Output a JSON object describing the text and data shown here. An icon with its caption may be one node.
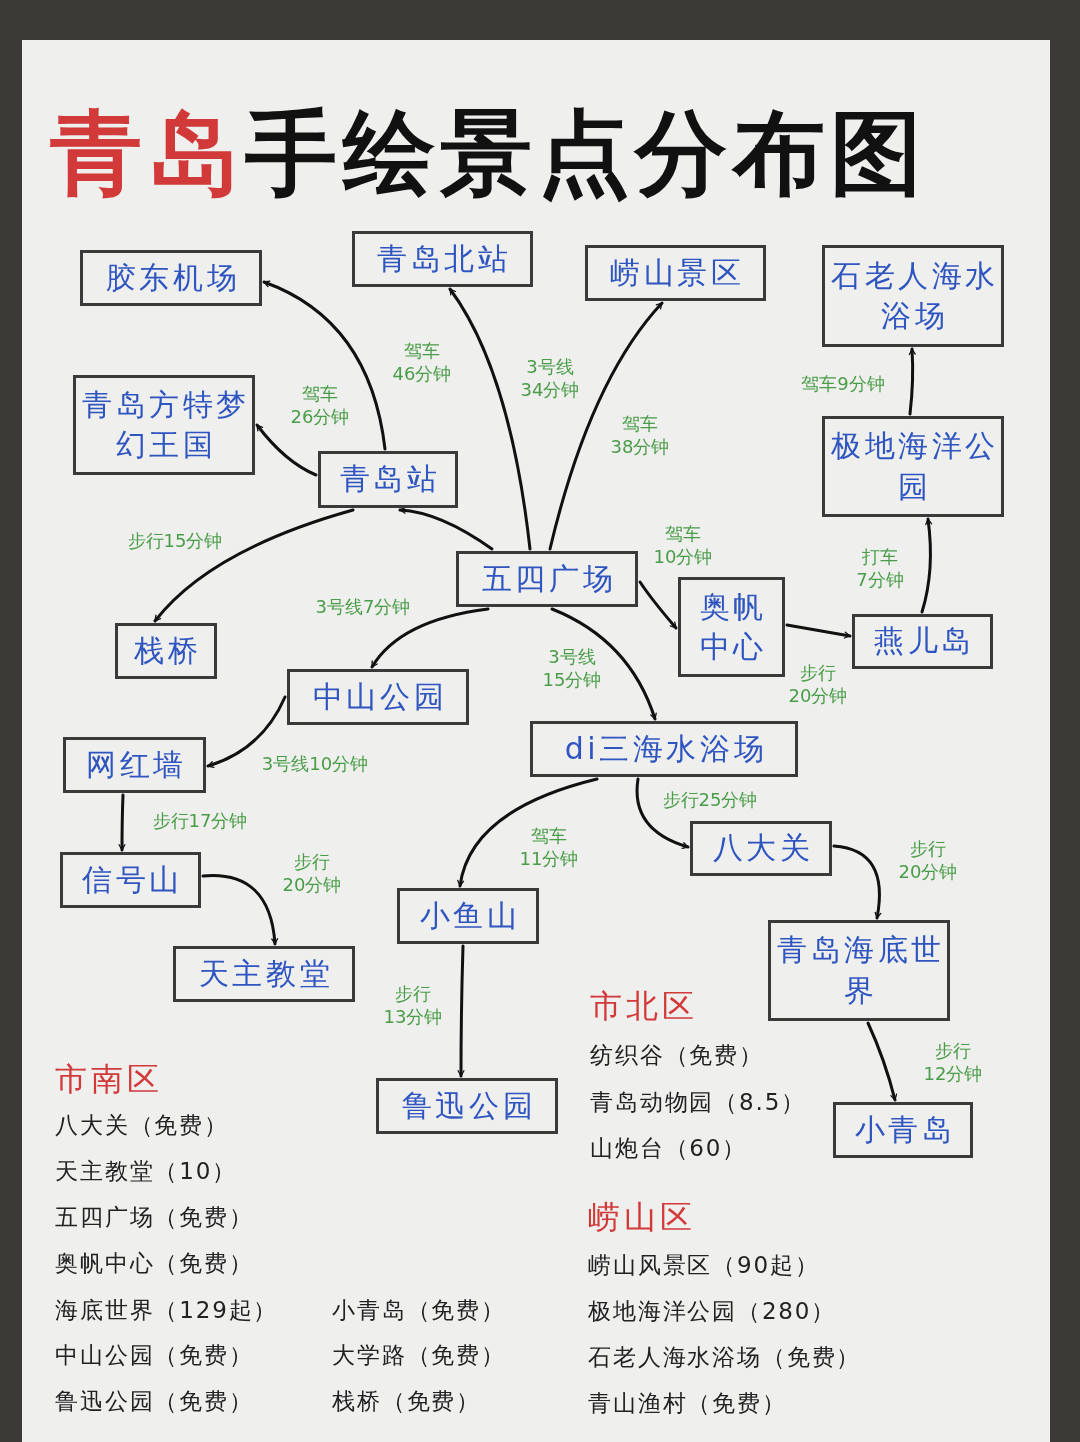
{
  "diagram": {
    "title": "青岛手绘景点分布图",
    "nodes": [
      {
        "text": [
          "胶东机场"
        ]
      },
      {
        "text": [
          "青岛北站"
        ]
      },
      {
        "text": [
          "崂山景区"
        ]
      },
      {
        "text": [
          "石老人海水浴场"
        ]
      },
      {
        "text": [
          "青岛方特梦幻王国"
        ]
      },
      {
        "text": [
          "青岛站"
        ]
      },
      {
        "text": [
          "极地海洋公园"
        ]
      },
      {
        "text": [
          "五四广场"
        ]
      },
      {
        "text": [
          "奥帆中心"
        ]
      },
      {
        "text": [
          "燕儿岛"
        ]
      },
      {
        "text": [
          "栈桥"
        ]
      },
      {
        "text": [
          "中山公园"
        ]
      },
      {
        "text": [
          "网红墙"
        ]
      },
      {
        "text": [
          "di三海水浴场"
        ]
      },
      {
        "text": [
          "信号山"
        ]
      },
      {
        "text": [
          "八大关"
        ]
      },
      {
        "text": [
          "小鱼山"
        ]
      },
      {
        "text": [
          "青岛海底世界"
        ]
      },
      {
        "text": [
          "天主教堂"
        ]
      },
      {
        "text": [
          "鲁迅公园"
        ]
      },
      {
        "text": [
          "小青岛"
        ]
      }
    ],
    "edges": [
      {
        "from": 5,
        "to": 0,
        "arrow": "to",
        "label": "驾车 46分钟"
      },
      {
        "from": 5,
        "to": 4,
        "arrow": "to",
        "label": "驾车 26分钟"
      },
      {
        "from": 7,
        "to": 1,
        "arrow": "to",
        "label": "3号线 34分钟"
      },
      {
        "from": 7,
        "to": 2,
        "arrow": "to",
        "label": "驾车 38分钟"
      },
      {
        "from": 7,
        "to": 5,
        "arrow": "to"
      },
      {
        "from": 5,
        "to": 10,
        "arrow": "to",
        "label": "步行15分钟"
      },
      {
        "from": 7,
        "to": 11,
        "arrow": "to",
        "label": "3号线7分钟"
      },
      {
        "from": 7,
        "to": 8,
        "arrow": "to",
        "label": "驾车 10分钟"
      },
      {
        "from": 7,
        "to": 13,
        "arrow": "to",
        "label": "3号线 15分钟"
      },
      {
        "from": 8,
        "to": 9,
        "arrow": "to",
        "label": "步行 20分钟"
      },
      {
        "from": 9,
        "to": 6,
        "arrow": "to",
        "label": "打车 7分钟"
      },
      {
        "from": 6,
        "to": 3,
        "arrow": "to",
        "label": "驾车9分钟"
      },
      {
        "from": 11,
        "to": 12,
        "arrow": "to",
        "label": "3号线10分钟"
      },
      {
        "from": 12,
        "to": 14,
        "arrow": "to",
        "label": "步行17分钟"
      },
      {
        "from": 14,
        "to": 18,
        "arrow": "to",
        "label": "步行 20分钟"
      },
      {
        "from": 13,
        "to": 16,
        "arrow": "to",
        "label": "驾车 11分钟"
      },
      {
        "from": 13,
        "to": 15,
        "arrow": "to",
        "label": "步行25分钟"
      },
      {
        "from": 15,
        "to": 17,
        "arrow": "to",
        "label": "步行 20分钟"
      },
      {
        "from": 17,
        "to": 20,
        "arrow": "to",
        "label": "步行 12分钟"
      },
      {
        "from": 16,
        "to": 19,
        "arrow": "to",
        "label": "步行 13分钟"
      }
    ],
    "labels": [
      "市北区",
      "纺织谷（免费）",
      "青岛动物园（8.5）",
      "山炮台（60）",
      "市南区",
      "八大关（免费）",
      "天主教堂（10）",
      "五四广场（免费）",
      "奥帆中心（免费）",
      "海底世界（129起）",
      "中山公园（免费）",
      "鲁迅公园（免费）",
      "小青岛（免费）",
      "大学路（免费）",
      "栈桥（免费）",
      "崂山区",
      "崂山风景区（90起）",
      "极地海洋公园（280）",
      "石老人海水浴场（免费）",
      "青山渔村（免费）"
    ]
  }
}
